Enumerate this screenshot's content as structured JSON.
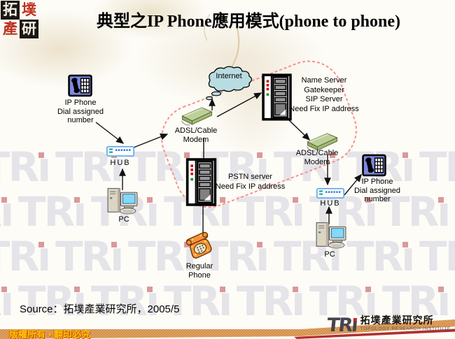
{
  "title": "典型之IP Phone應用模式(phone to phone)",
  "seal": {
    "tl": "拓",
    "tr": "墣",
    "bl": "產",
    "br": "研"
  },
  "watermark": {
    "text": "TRi"
  },
  "labels": {
    "internet": "Internet",
    "ip_phone": "IP Phone",
    "dial_line1": "Dial assigned",
    "dial_line2": "number",
    "hub": "HUB",
    "pc": "PC",
    "adsl_line1": "ADSL/Cable",
    "adsl_line2": "Modem",
    "name_server": "Name Server",
    "gatekeeper": "Gatekeeper",
    "sip_server": "SIP Server",
    "need_fix_ip": "Need Fix IP address",
    "pstn_server": "PSTN server",
    "regular_line1": "Regular",
    "regular_line2": "Phone"
  },
  "source": "Source：拓墣產業研究所，2005/5",
  "footer": {
    "copyright": "版權所有 ▪ 翻印必究",
    "tri": "TRi",
    "org_cn": "拓墣產業研究所",
    "org_en": "TOPOLOGY RESEARCH INSTITUTE"
  },
  "colors": {
    "boundary": "#f9908f",
    "band": "#dfa161",
    "band_dot": "#cd8843",
    "brand_red": "#cc2222",
    "copyright_text": "#ffc30a",
    "watermark_gray": "#e4e4e9",
    "watermark_dot": "#d9999b",
    "cloud": "#b8dce2",
    "phone_blue": "#7d88e0",
    "modem_green": "#bdd09b",
    "screen_blue": "#86d8f8"
  }
}
